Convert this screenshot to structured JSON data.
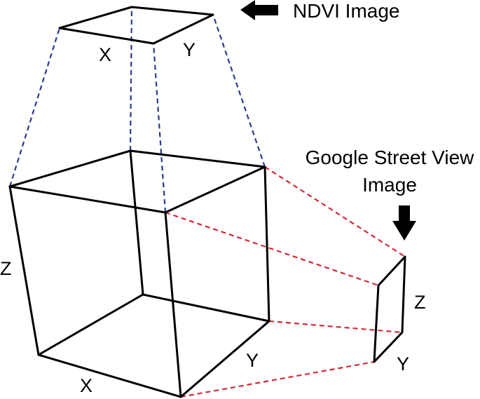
{
  "labels": {
    "ndvi": "NDVI Image",
    "gsv_line1": "Google Street View",
    "gsv_line2": "Image",
    "ndvi_x": "X",
    "ndvi_y": "Y",
    "cube_z": "Z",
    "cube_x": "X",
    "cube_y": "Y",
    "gsv_z": "Z",
    "gsv_y": "Y"
  },
  "colors": {
    "edges": "#000000",
    "ndvi_projection": "#2b3a8f",
    "gsv_projection": "#d12a36"
  }
}
